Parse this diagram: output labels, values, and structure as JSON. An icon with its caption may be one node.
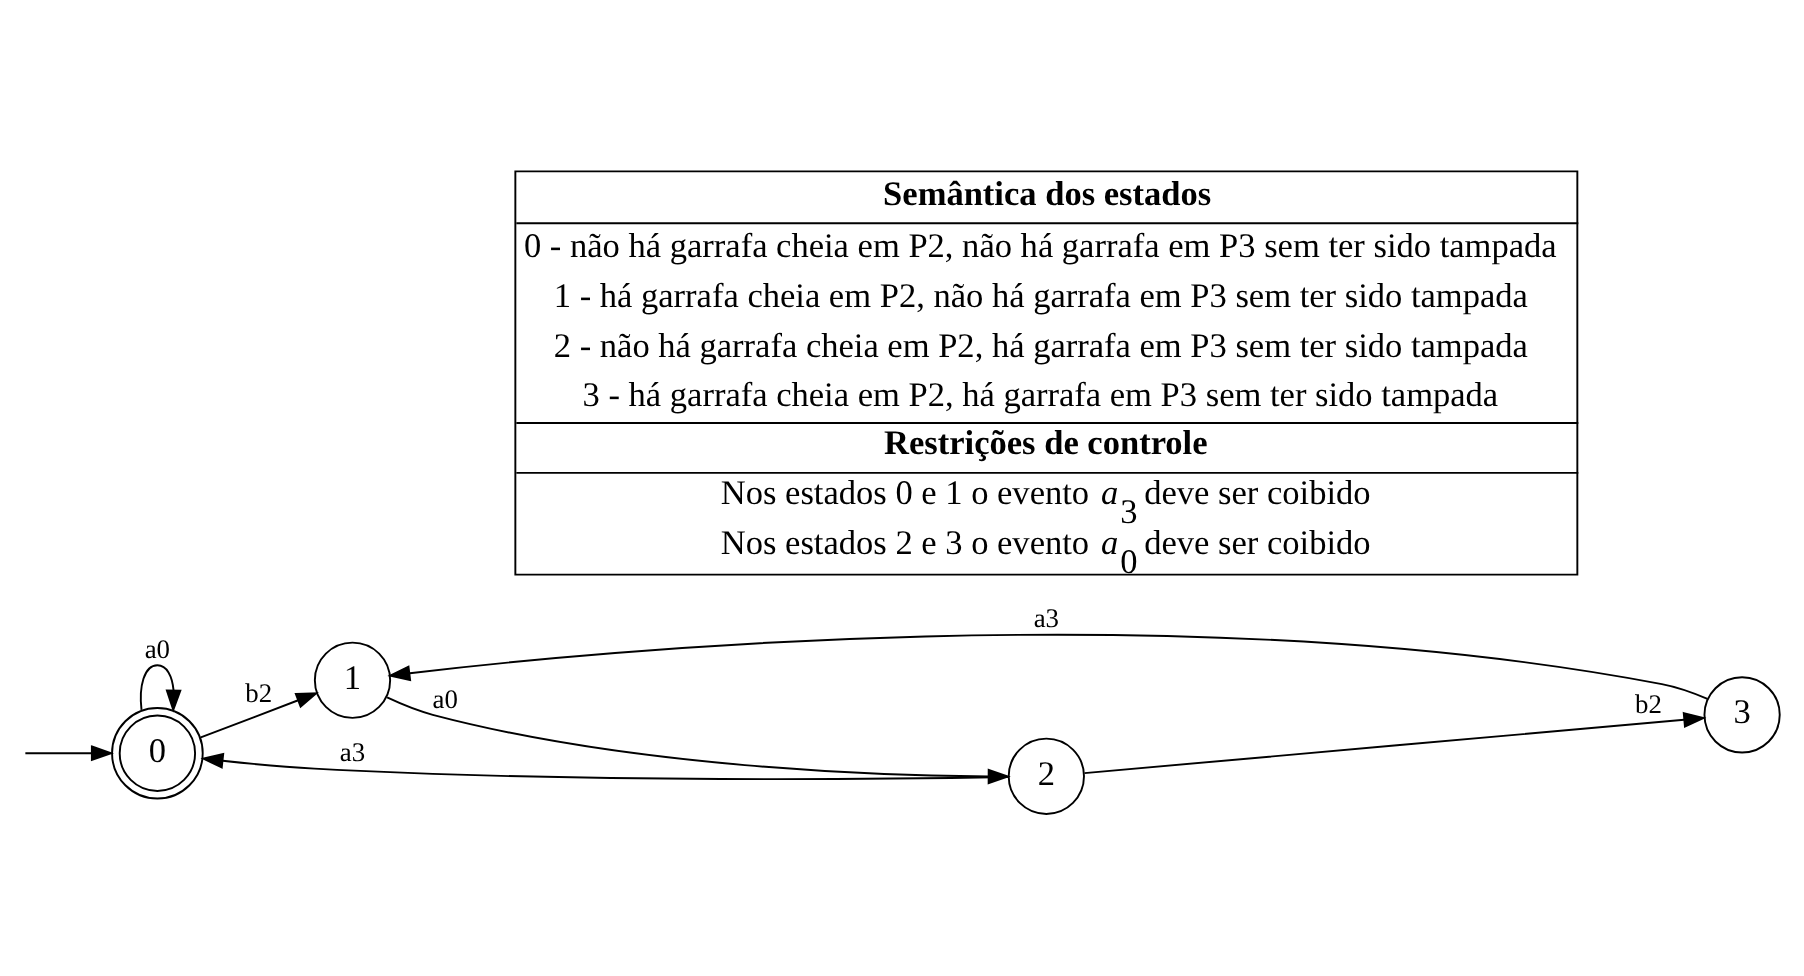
{
  "diagram": {
    "nodes": [
      {
        "text": [
          "0"
        ]
      },
      {
        "text": [
          "1"
        ]
      },
      {
        "text": [
          "2"
        ]
      },
      {
        "text": [
          "3"
        ]
      }
    ],
    "edges": [
      {
        "from": null,
        "to": 0,
        "arrow": "to"
      },
      {
        "from": 0,
        "to": 0,
        "arrow": "to",
        "label": "a0"
      },
      {
        "from": 0,
        "to": 1,
        "arrow": "to",
        "label": "b2"
      },
      {
        "from": 1,
        "to": 2,
        "arrow": "to",
        "label": "a0"
      },
      {
        "from": 2,
        "to": 3,
        "arrow": "to",
        "label": "b2"
      },
      {
        "from": 3,
        "to": 1,
        "arrow": "to",
        "label": "a3"
      },
      {
        "from": 2,
        "to": 0,
        "arrow": "to",
        "label": "a3"
      }
    ],
    "labels": [
      "Semântica dos estados",
      "0 - não há garrafa cheia em P2, não há garrafa em P3 sem ter sido tampada",
      "1 - há garrafa cheia em P2, não há garrafa em P3 sem ter sido tampada",
      "2 - não há garrafa cheia em P2, há garrafa em P3 sem ter sido tampada",
      "3 - há garrafa cheia em P2, há garrafa em P3 sem ter sido tampada",
      "Restrições de controle",
      "Nos estados 0 e 1 o evento *a*$_{3}$ deve ser coibido",
      "Nos estados 2 e 3 o evento *a*$_{0}$ deve ser coibido"
    ]
  }
}
